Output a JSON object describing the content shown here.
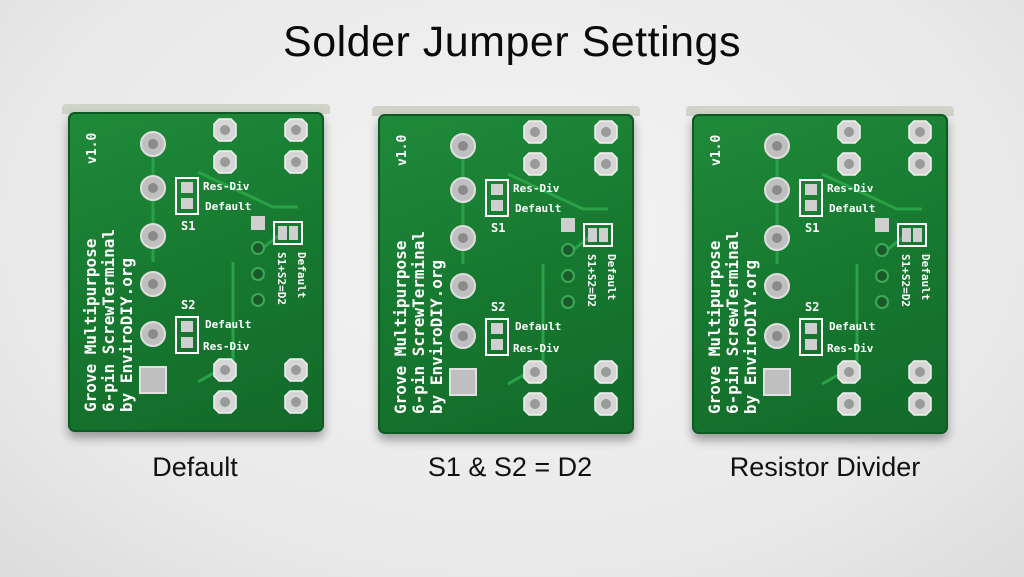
{
  "title": "Solder Jumper Settings",
  "boards": [
    {
      "caption": "Default"
    },
    {
      "caption": "S1 & S2 = D2"
    },
    {
      "caption": "Resistor Divider"
    }
  ],
  "silkscreen": {
    "version": "v1.0",
    "line1": "Grove Multipurpose",
    "line2": "6-pin ScrewTerminal",
    "line3": "by EnviroDIY.org",
    "res_div": "Res-Div",
    "default": "Default",
    "s1": "S1",
    "s2": "S2",
    "s1s2d2": "S1+S2=D2",
    "default_vertical": "Default"
  },
  "colors": {
    "pcb": "#16772f",
    "silk": "#ffffff",
    "pad": "#c9c9c9"
  }
}
